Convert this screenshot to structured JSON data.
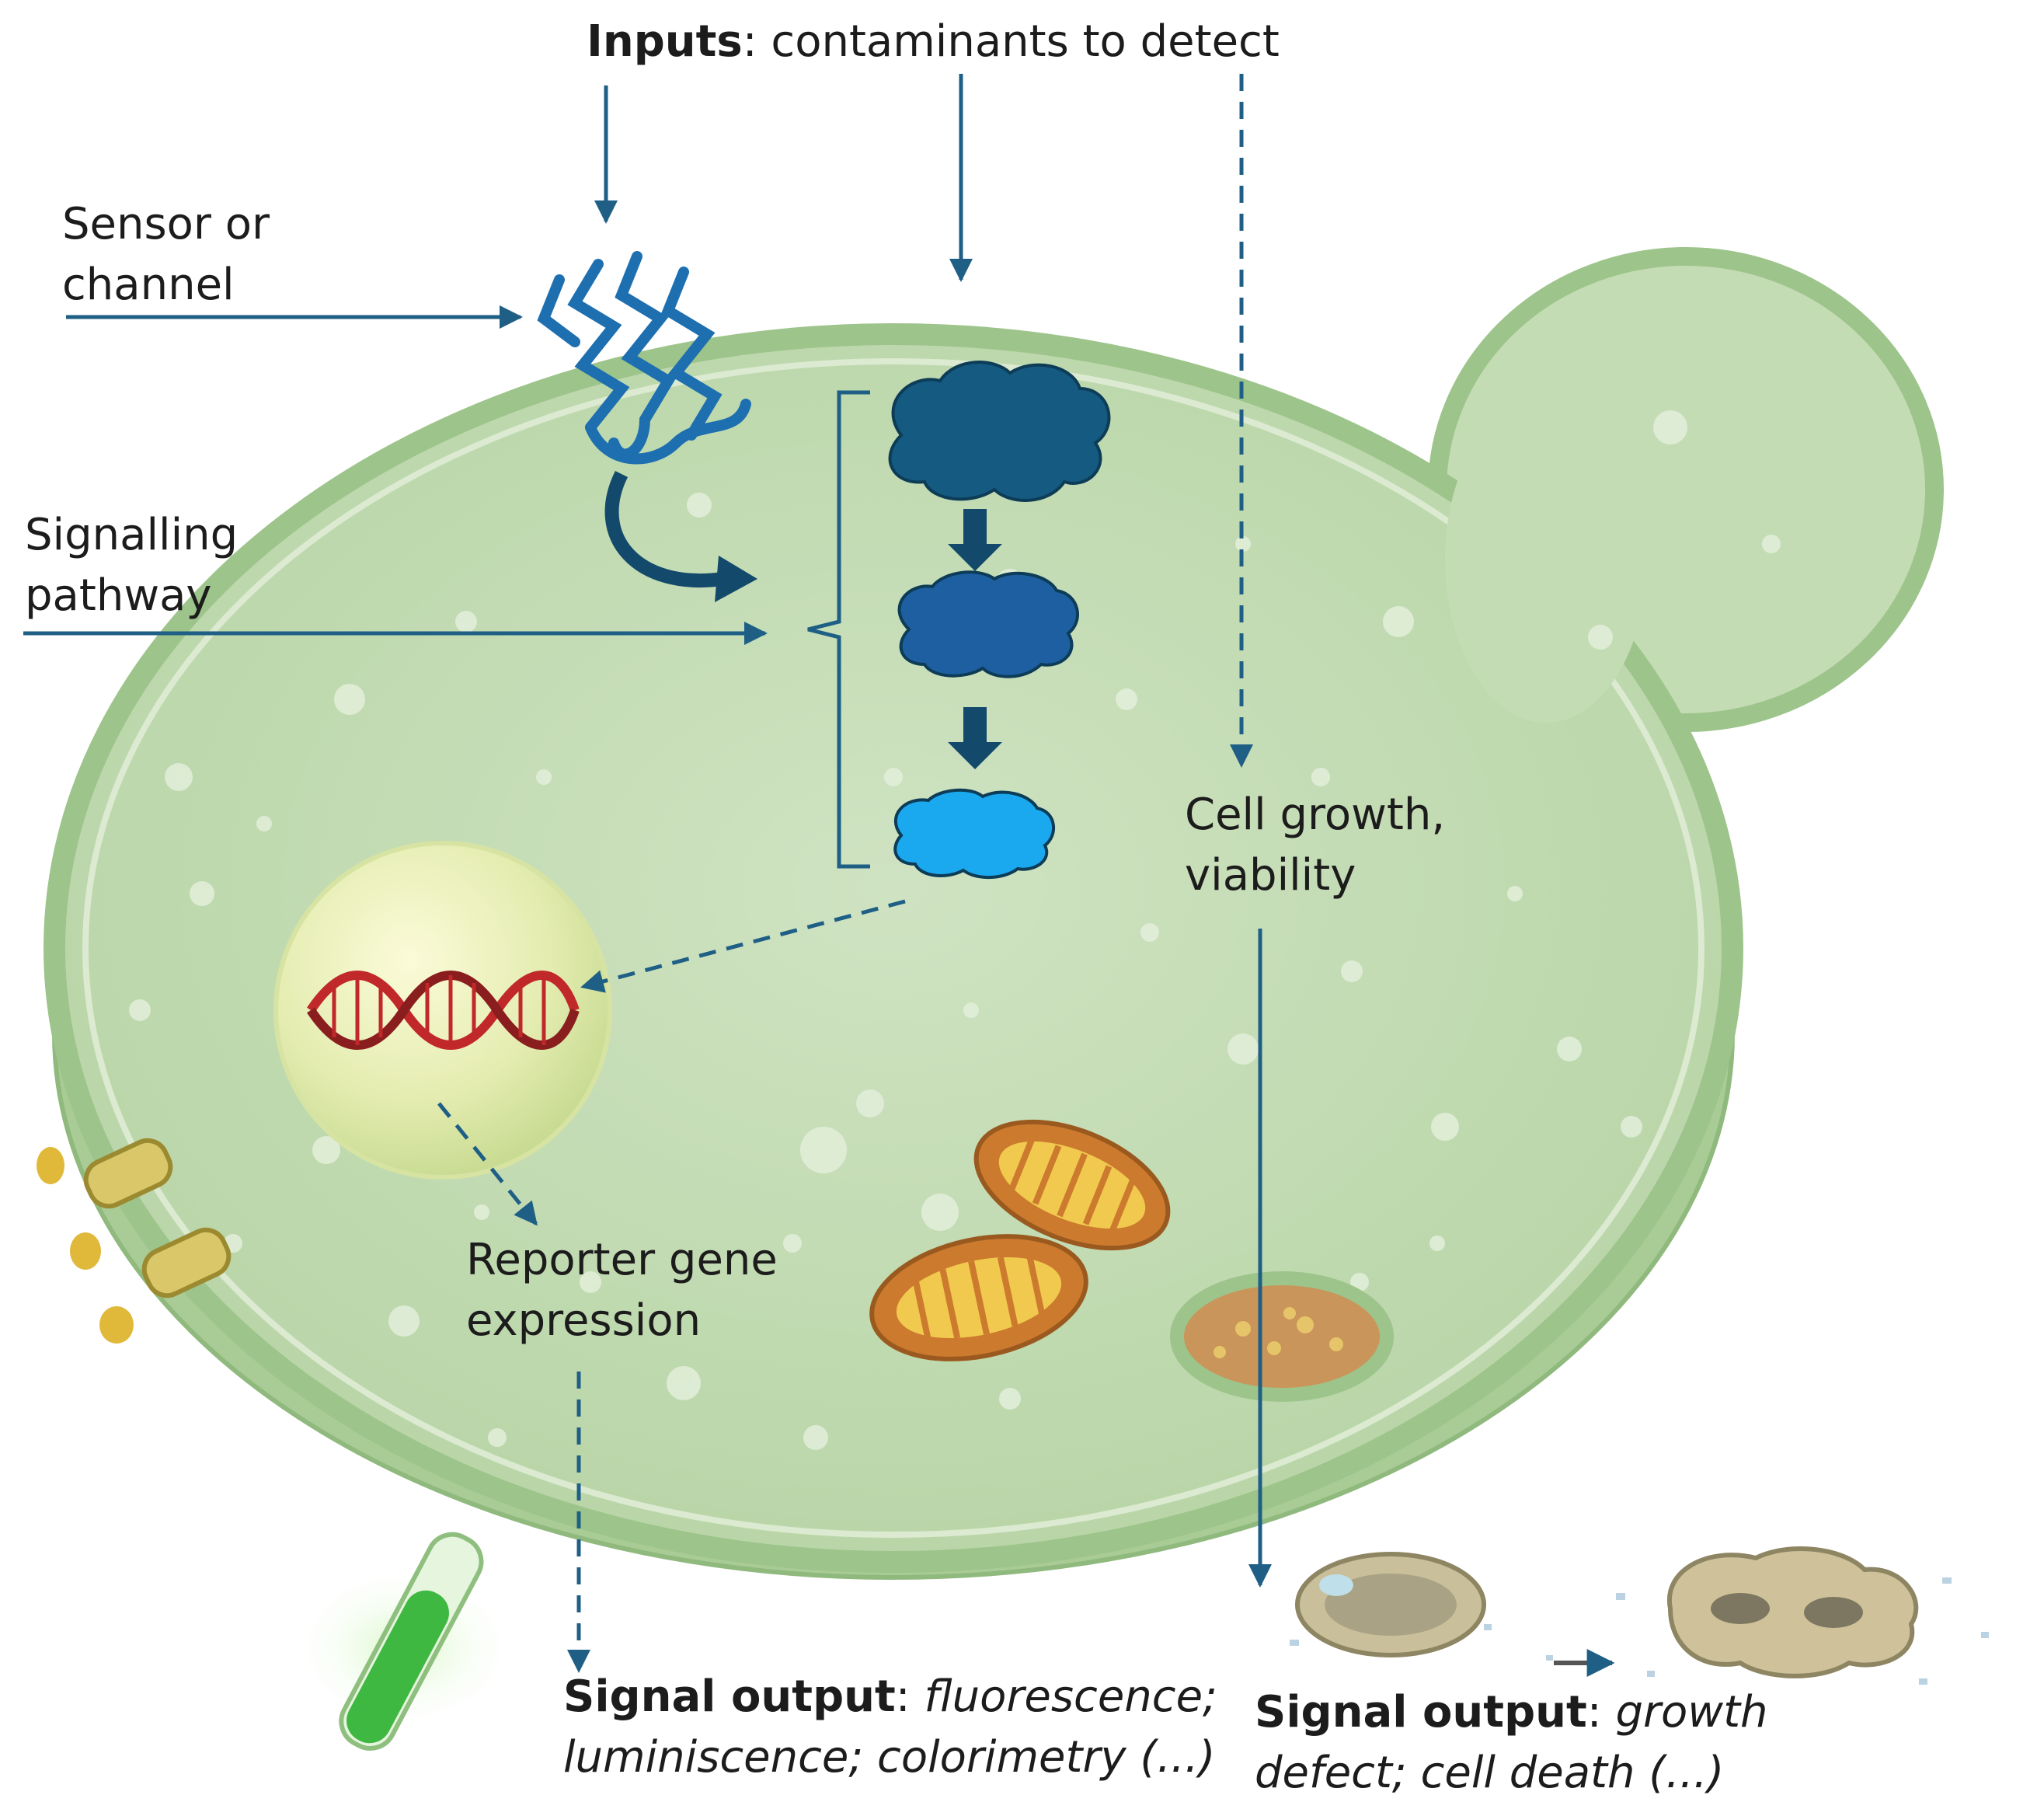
{
  "inputs": {
    "bold": "Inputs",
    "rest": ": contaminants to detect"
  },
  "sensor": {
    "line1": "Sensor or",
    "line2": "channel"
  },
  "signalling": {
    "line1": "Signalling",
    "line2": "pathway"
  },
  "growth": {
    "line1": "Cell growth,",
    "line2": "viability"
  },
  "reporter": {
    "line1": "Reporter gene",
    "line2": "expression"
  },
  "output_fluorescence": {
    "bold": "Signal output",
    "rest": ": ",
    "italic1": "fluorescence;",
    "italic2": "luminiscence; colorimetry (...)"
  },
  "output_growth": {
    "bold": "Signal output",
    "rest": ": ",
    "italic1": "growth",
    "italic2": "defect; cell death (...)"
  },
  "colors": {
    "arrow": "#1f5f85",
    "cell_fill": "#c4dcb4",
    "cell_rim": "#9dc48a",
    "pathway_dark": "#155a80",
    "pathway_mid": "#1e5fa2",
    "pathway_light": "#1aa8ee",
    "dna": "#c0282a",
    "mito": "#cc7a2e"
  }
}
